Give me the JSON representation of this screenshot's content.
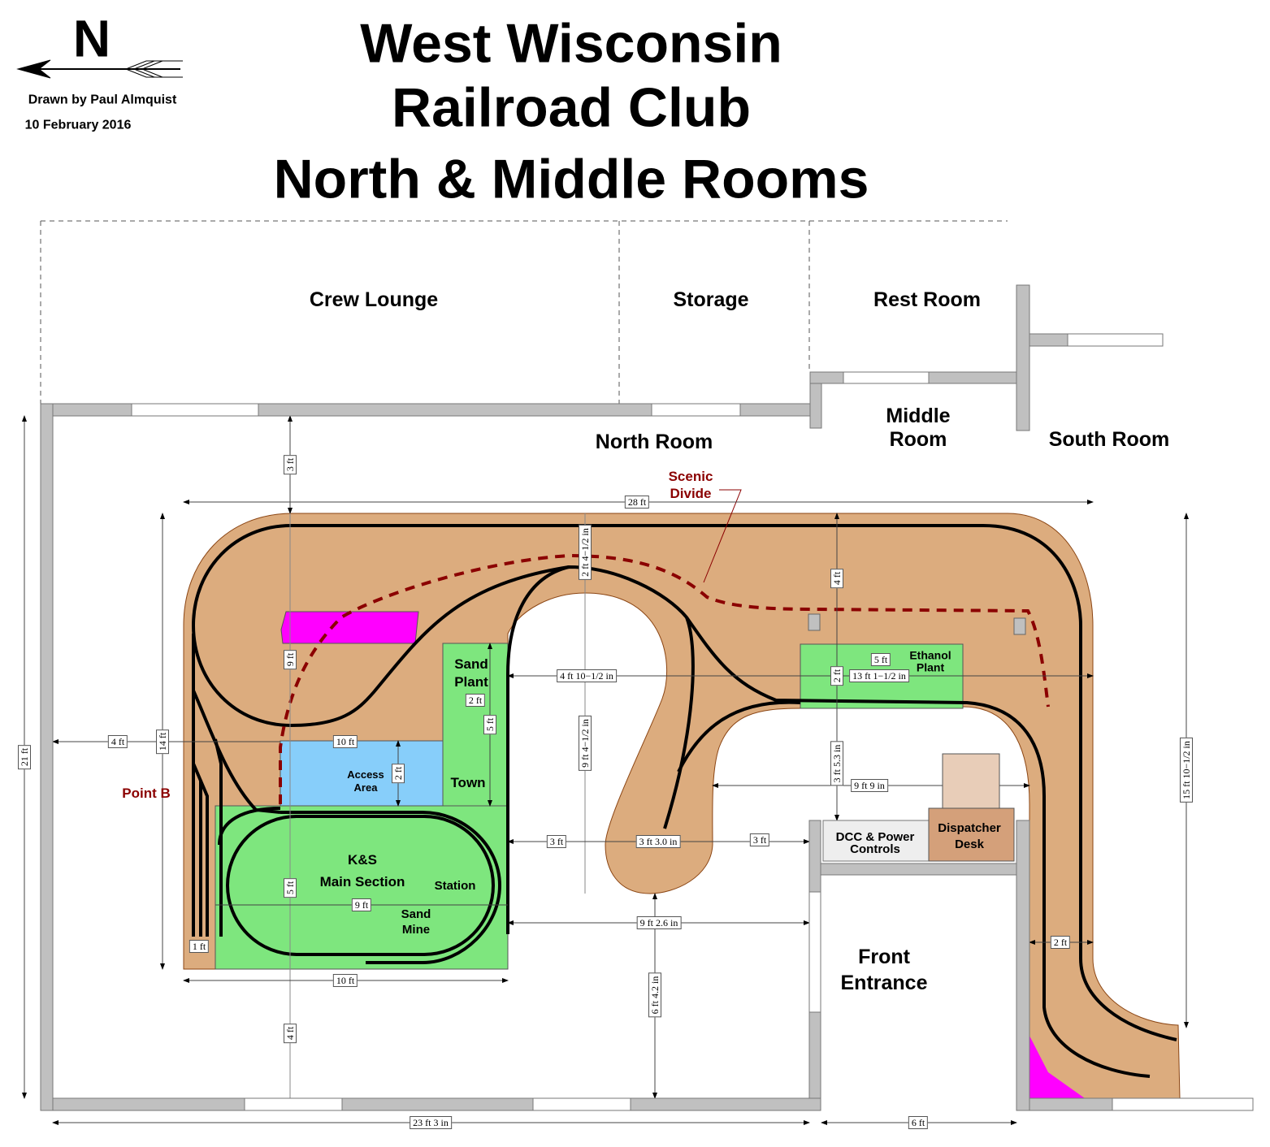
{
  "header": {
    "compass": "N",
    "drawn_by": "Drawn by Paul Almquist",
    "date": "10 February 2016",
    "title_1": "West Wisconsin",
    "title_2": "Railroad Club",
    "title_3": "North & Middle Rooms"
  },
  "rooms": {
    "crew_lounge": "Crew Lounge",
    "storage": "Storage",
    "rest_room": "Rest Room",
    "north_room": "North Room",
    "middle_room_1": "Middle",
    "middle_room_2": "Room",
    "south_room": "South Room",
    "front_entrance_1": "Front",
    "front_entrance_2": "Entrance"
  },
  "areas": {
    "scenic_1": "Scenic",
    "scenic_2": "Divide",
    "point_b": "Point B",
    "sand_plant_1": "Sand",
    "sand_plant_2": "Plant",
    "ethanol_1": "Ethanol",
    "ethanol_2": "Plant",
    "access_1": "Access",
    "access_2": "Area",
    "town": "Town",
    "ks_1": "K&S",
    "ks_2": "Main Section",
    "station": "Station",
    "sand_mine_1": "Sand",
    "sand_mine_2": "Mine",
    "dcc_1": "DCC & Power",
    "dcc_2": "Controls",
    "desk_1": "Dispatcher",
    "desk_2": "Desk"
  },
  "dims": [
    "3 ft",
    "28 ft",
    "2 ft 4−1/2 in",
    "4 ft",
    "9 ft",
    "4 ft 10−1/2 in",
    "5 ft",
    "2 ft",
    "13 ft 1−1/2 in",
    "2 ft",
    "5 ft",
    "4 ft",
    "14 ft",
    "10 ft",
    "2 ft",
    "9 ft 4−1/2 in",
    "3 ft 5.3 in",
    "9 ft 9 in",
    "21 ft",
    "15 ft 10−1/2 in",
    "3 ft",
    "3 ft 3.0 in",
    "3 ft",
    "5 ft",
    "9 ft",
    "9 ft 2.6 in",
    "1 ft",
    "2 ft",
    "10 ft",
    "6 ft 4.2 in",
    "4 ft",
    "23 ft 3 in",
    "6 ft"
  ],
  "colors": {
    "benchwork": "#dcac7e",
    "scenery": "#7ee67e",
    "access": "#87cefa",
    "magenta": "#ff00ff",
    "divide": "#8b0000",
    "wall": "#c0c0c0"
  }
}
